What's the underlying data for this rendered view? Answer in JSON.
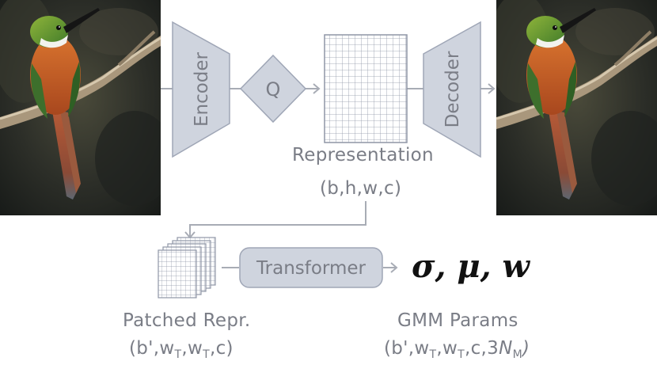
{
  "labels": {
    "encoder": "Encoder",
    "quantizer": "Q",
    "representation": "Representation",
    "representation_shape": "(b,h,w,c)",
    "decoder": "Decoder",
    "transformer": "Transformer",
    "gmm_symbols": "σ, μ, w",
    "patched_repr": "Patched Repr.",
    "patched_shape_prefix": "(b',w",
    "patched_shape_sub1": "T",
    "patched_shape_mid": ",w",
    "patched_shape_sub2": "T",
    "patched_shape_suffix": ",c)",
    "gmm_params": "GMM Params",
    "gmm_shape_prefix": "(b',w",
    "gmm_shape_sub1": "T",
    "gmm_shape_mid": ",w",
    "gmm_shape_sub2": "T",
    "gmm_shape_mid2": ",c,3",
    "gmm_shape_N": "N",
    "gmm_shape_subM": "M",
    "gmm_shape_suffix": ")"
  },
  "colors": {
    "block_fill": "#cfd4de",
    "block_stroke": "#9fa6b6",
    "line": "#a8acb5",
    "text": "#7a7d86"
  },
  "images": {
    "input_image": "hummingbird-on-branch",
    "output_image": "hummingbird-on-branch-reconstructed"
  }
}
